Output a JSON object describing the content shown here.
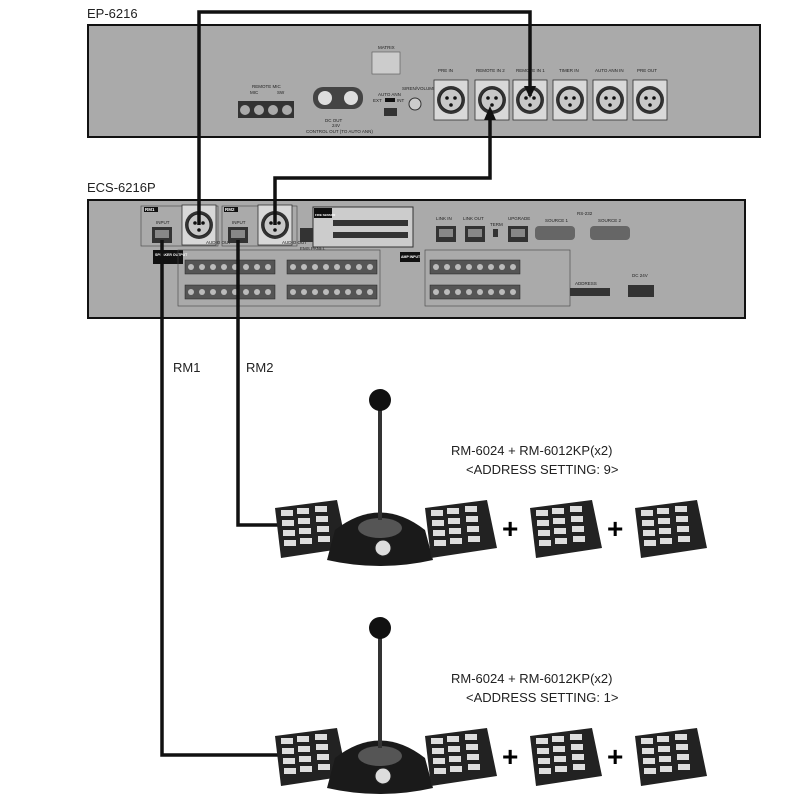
{
  "ep": {
    "title": "EP-6216",
    "matrix": "MATRIX",
    "remote_mic": "REMOTE MIC",
    "mic": "MIC",
    "sw": "SW",
    "auto_ann": "AUTO ANN",
    "ext": "EXT",
    "int": "INT",
    "siren_volume": "SIREN/VOLUME",
    "dc_out": "DC OUT",
    "dc_v": "24V",
    "control_out": "CONTROL OUT (TO AUTO ANN)",
    "ports": [
      "PRE IN",
      "REMOTE IN 2",
      "REMOTE IN 1",
      "TIMER IN",
      "AUTO ANN IN",
      "PRE OUT"
    ]
  },
  "ecs": {
    "title": "ECS-6216P",
    "rm1": "RM1",
    "rm2": "RM2",
    "input": "INPUT",
    "audio_out": "AUDIO OUT",
    "fire_sensor": "FIRE SENSOR",
    "ems_panel": "EMS PANEL",
    "link_in": "LINK IN",
    "link_out": "LINK OUT",
    "term": "TERM",
    "upgrade": "UPGRADE",
    "rs232": "RS-232",
    "source1": "SOURCE 1",
    "source2": "SOURCE 2",
    "speaker_output": "SPEAKER OUTPUT",
    "amp_input": "AMP INPUT",
    "address": "ADDRESS",
    "dc24": "DC 24V"
  },
  "cables": {
    "rm1": "RM1",
    "rm2": "RM2"
  },
  "stations": [
    {
      "model": "RM-6024 + RM-6012KP(x2)",
      "address": "<ADDRESS SETTING: 9>"
    },
    {
      "model": "RM-6024 + RM-6012KP(x2)",
      "address": "<ADDRESS SETTING: 1>"
    }
  ],
  "plus": "+"
}
